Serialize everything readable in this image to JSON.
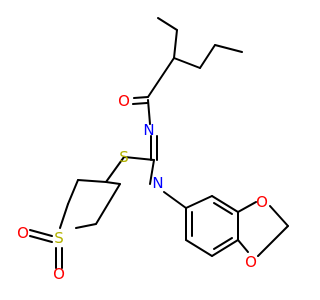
{
  "structure": {
    "atoms": [
      {
        "element": "O",
        "label": "O",
        "color": "#ff0000"
      },
      {
        "element": "N",
        "label": "N",
        "color": "#0000ff"
      },
      {
        "element": "S",
        "label": "S",
        "color": "#b2b200"
      },
      {
        "element": "N",
        "label": "N",
        "color": "#0000ff"
      },
      {
        "element": "S",
        "label": "S",
        "color": "#b2b200"
      },
      {
        "element": "O",
        "label": "O",
        "color": "#ff0000"
      },
      {
        "element": "O",
        "label": "O",
        "color": "#ff0000"
      },
      {
        "element": "O",
        "label": "O",
        "color": "#ff0000"
      },
      {
        "element": "O",
        "label": "O",
        "color": "#ff0000"
      }
    ],
    "bond_color": "#000000",
    "background": "#ffffff"
  }
}
